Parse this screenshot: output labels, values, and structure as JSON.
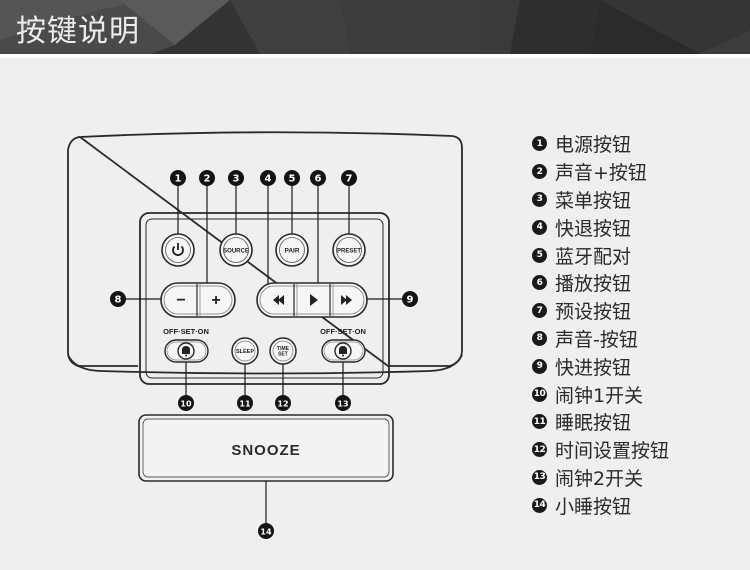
{
  "header": {
    "title": "按键说明"
  },
  "device": {
    "buttons": {
      "power": {
        "icon": "power-icon"
      },
      "source": "SOURCE",
      "pair": "PAIR",
      "preset": "PRESET",
      "volume_down": "−",
      "volume_up": "+",
      "rewind": {
        "icon": "rewind-icon"
      },
      "play": {
        "icon": "play-icon"
      },
      "fast_forward": {
        "icon": "fast-forward-icon"
      },
      "alarm1_label": "OFF·SET·ON",
      "alarm1": {
        "icon": "bell-1-icon"
      },
      "sleep": "SLEEP",
      "time_set_line1": "TIME",
      "time_set_line2": "SET",
      "alarm2_label": "OFF·SET·ON",
      "alarm2": {
        "icon": "bell-2-icon"
      },
      "snooze": "SNOOZE"
    },
    "callouts": [
      "1",
      "2",
      "3",
      "4",
      "5",
      "6",
      "7",
      "8",
      "9",
      "10",
      "11",
      "12",
      "13",
      "14"
    ]
  },
  "legend": {
    "items": [
      {
        "num": "1",
        "label": "电源按钮"
      },
      {
        "num": "2",
        "label": "声音+按钮"
      },
      {
        "num": "3",
        "label": "菜单按钮"
      },
      {
        "num": "4",
        "label": "快退按钮"
      },
      {
        "num": "5",
        "label": "蓝牙配对"
      },
      {
        "num": "6",
        "label": "播放按钮"
      },
      {
        "num": "7",
        "label": "预设按钮"
      },
      {
        "num": "8",
        "label": "声音-按钮"
      },
      {
        "num": "9",
        "label": "快进按钮"
      },
      {
        "num": "10",
        "label": "闹钟1开关"
      },
      {
        "num": "11",
        "label": "睡眠按钮"
      },
      {
        "num": "12",
        "label": "时间设置按钮"
      },
      {
        "num": "13",
        "label": "闹钟2开关"
      },
      {
        "num": "14",
        "label": "小睡按钮"
      }
    ]
  }
}
